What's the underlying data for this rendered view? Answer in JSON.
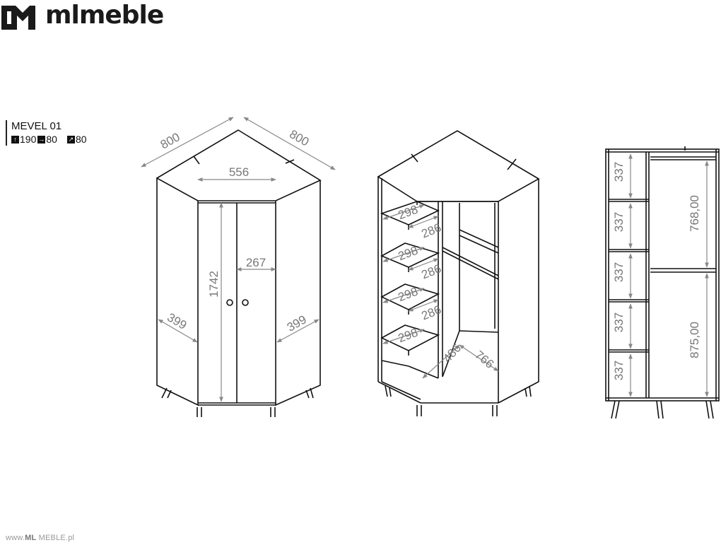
{
  "brand": {
    "name": "mlmeble"
  },
  "product": {
    "name": "MEVEL 01",
    "height": "190",
    "width": "80",
    "depth": "80"
  },
  "front": {
    "top_left": "800",
    "top_right": "800",
    "door_width": "556",
    "door_height": "1742",
    "door_leaf": "267",
    "side_left": "399",
    "side_right": "399"
  },
  "interior": {
    "shelf_a": [
      "298",
      "298",
      "298",
      "298"
    ],
    "shelf_b": [
      "286",
      "286",
      "286"
    ],
    "floor_a": "486",
    "floor_b": "766"
  },
  "side": {
    "shelves": [
      "337",
      "337",
      "337",
      "337",
      "337"
    ],
    "hang_top": "768,00",
    "hang_bottom": "875,00"
  },
  "footer": {
    "prefix": "www.",
    "bold": "ML",
    "rest": " MEBLE",
    "suffix": ".pl"
  },
  "colors": {
    "line": "#111111",
    "dim": "#808080",
    "text": "#111111"
  }
}
